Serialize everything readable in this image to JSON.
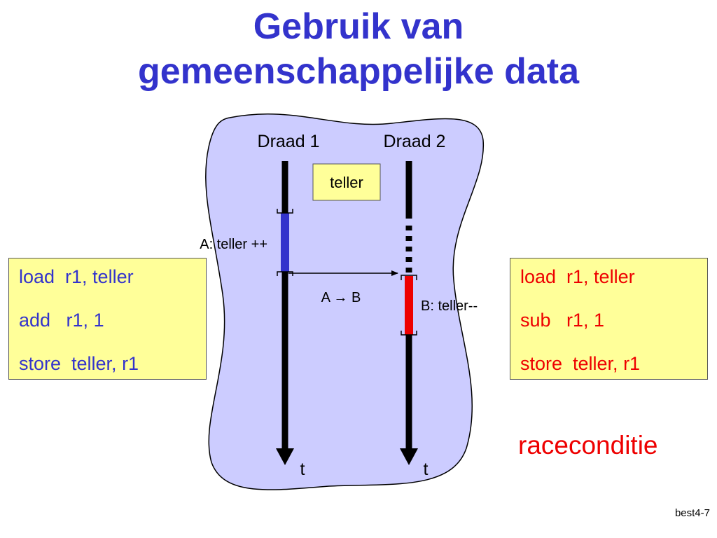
{
  "title": {
    "line1": "Gebruik van",
    "line2": "gemeenschappelijke data"
  },
  "diagram": {
    "thread1_label": "Draad 1",
    "thread2_label": "Draad 2",
    "shared_variable": "teller",
    "segment_a_label": "A: teller ++",
    "segment_b_label": "B: teller--",
    "ordering_label": "A → B",
    "time_label_1": "t",
    "time_label_2": "t"
  },
  "code_thread1": [
    "load  r1, teller",
    "add   r1, 1",
    "store  teller, r1"
  ],
  "code_thread2": [
    "load  r1, teller",
    "sub   r1, 1",
    "store  teller, r1"
  ],
  "conclusion": "raceconditie",
  "slide_id": "best4-7",
  "colors": {
    "title": "#3333cc",
    "region_fill": "#ccccff",
    "box_fill": "#ffff99",
    "segment_a": "#3333cc",
    "segment_b": "#ee0000",
    "red_text": "#ee0000"
  }
}
